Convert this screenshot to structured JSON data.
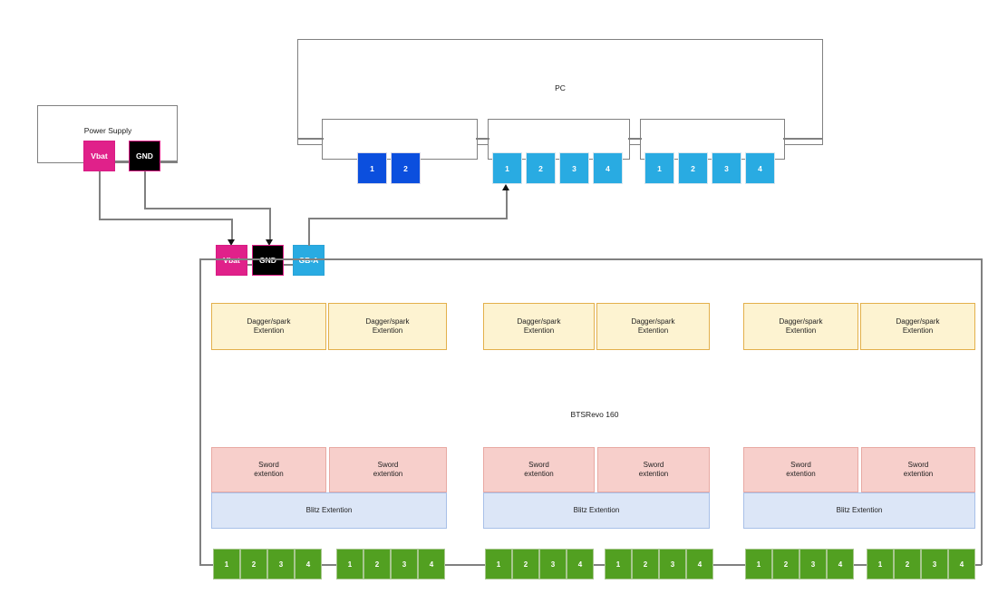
{
  "diagram": {
    "title_pc": "PC",
    "title_power_supply": "Power Supply",
    "title_device": "BTSRevo 160"
  },
  "power_supply": {
    "label": "Power Supply",
    "terminals": [
      {
        "name": "vbat",
        "label": "Vbat"
      },
      {
        "name": "gnd",
        "label": "GND"
      }
    ]
  },
  "device_terminals": [
    {
      "name": "vbat",
      "label": "Vbat"
    },
    {
      "name": "gnd",
      "label": "GND"
    },
    {
      "name": "gba",
      "label": "GB-A"
    }
  ],
  "pc": {
    "label": "PC",
    "shelves": [
      {
        "name": "shelf-1",
        "ports": [
          {
            "label": "1",
            "style": "dark"
          },
          {
            "label": "2",
            "style": "dark"
          }
        ]
      },
      {
        "name": "shelf-2",
        "ports": [
          {
            "label": "1",
            "style": "light"
          },
          {
            "label": "2",
            "style": "light"
          },
          {
            "label": "3",
            "style": "light"
          },
          {
            "label": "4",
            "style": "light"
          }
        ]
      },
      {
        "name": "shelf-3",
        "ports": [
          {
            "label": "1",
            "style": "light"
          },
          {
            "label": "2",
            "style": "light"
          },
          {
            "label": "3",
            "style": "light"
          },
          {
            "label": "4",
            "style": "light"
          }
        ]
      }
    ]
  },
  "device": {
    "label": "BTSRevo 160",
    "dagger_cards": [
      "Dagger/spark\nExtention",
      "Dagger/spark\nExtention",
      "Dagger/spark\nExtention",
      "Dagger/spark\nExtention",
      "Dagger/spark\nExtention",
      "Dagger/spark\nExtention"
    ],
    "dagger_label_line1": "Dagger/spark",
    "dagger_label_line2": "Extention",
    "sword_label_line1": "Sword",
    "sword_label_line2": "extention",
    "blitz_label": "Blitz Extention",
    "sword_count": 6,
    "blitz_count": 3,
    "channel_groups": [
      {
        "name": "channel-group-1",
        "cells": [
          "1",
          "2",
          "3",
          "4"
        ]
      },
      {
        "name": "channel-group-2",
        "cells": [
          "1",
          "2",
          "3",
          "4"
        ]
      },
      {
        "name": "channel-group-3",
        "cells": [
          "1",
          "2",
          "3",
          "4"
        ]
      },
      {
        "name": "channel-group-4",
        "cells": [
          "1",
          "2",
          "3",
          "4"
        ]
      },
      {
        "name": "channel-group-5",
        "cells": [
          "1",
          "2",
          "3",
          "4"
        ]
      },
      {
        "name": "channel-group-6",
        "cells": [
          "1",
          "2",
          "3",
          "4"
        ]
      }
    ]
  },
  "colors": {
    "vbat": "#E0218A",
    "gnd": "#000000",
    "gba": "#29ABE2",
    "port_dark": "#0B4FDE",
    "port_light": "#29ABE2",
    "dagger": "#FDF3D1",
    "sword": "#F7CFCB",
    "blitz": "#DCE6F7",
    "channel": "#52A021",
    "line": "#808080"
  }
}
